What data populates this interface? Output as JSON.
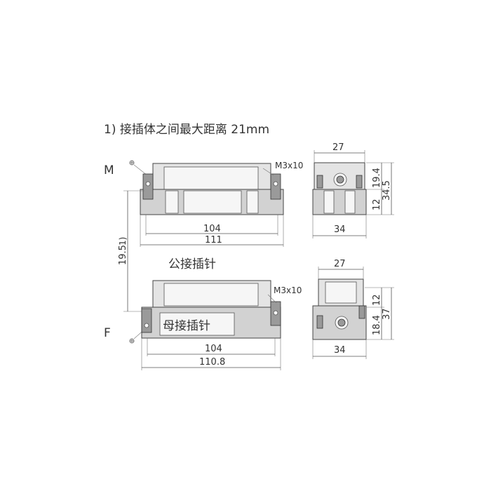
{
  "title": "1) 接插体之间最大距离 21mm",
  "labels": {
    "male_letter": "M",
    "female_letter": "F",
    "male_name": "公接插针",
    "female_name": "母接插针",
    "screw_top": "M3x10",
    "screw_bottom": "M3x10"
  },
  "dimensions": {
    "male_front_inner": "104",
    "male_front_outer": "111",
    "male_side_width_top": "27",
    "male_side_width_bottom": "34",
    "male_side_h1": "19.4",
    "male_side_h2": "34.5",
    "male_side_h3": "12",
    "gap_vertical": "19.5",
    "gap_note": "1)",
    "female_front_inner": "104",
    "female_front_outer": "110.8",
    "female_side_width_top": "27",
    "female_side_width_bottom": "34",
    "female_side_h1": "12",
    "female_side_h2": "37",
    "female_side_h3": "18.4"
  },
  "colors": {
    "line": "#555555",
    "body_fill": "#e4e4e4",
    "text": "#333333"
  }
}
